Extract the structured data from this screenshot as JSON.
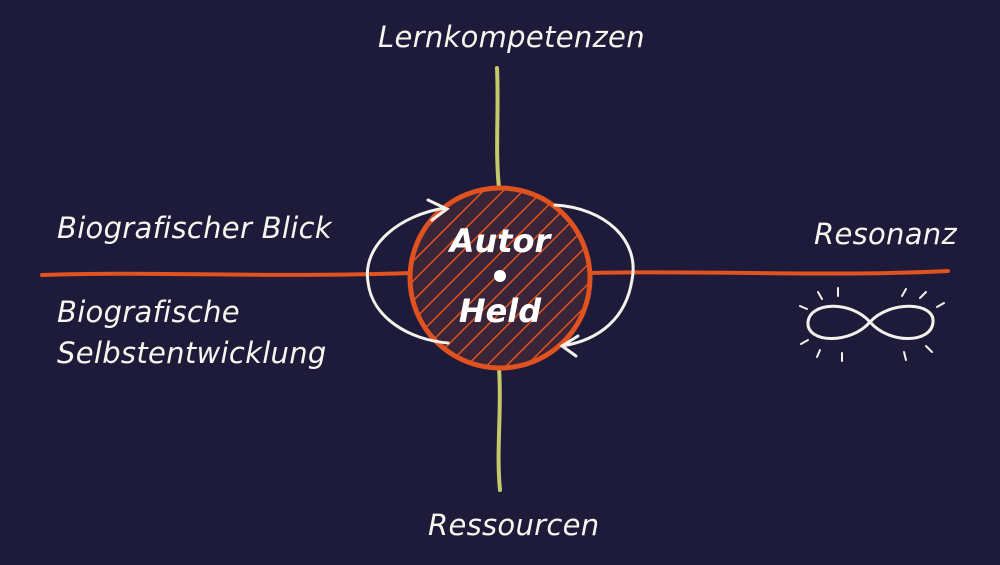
{
  "labels": {
    "top": "Lernkompetenzen",
    "bottom": "Ressourcen",
    "left_upper": "Biografischer Blick",
    "left_lower_line1": "Biografische",
    "left_lower_line2": "Selbstentwicklung",
    "right": "Resonanz"
  },
  "center": {
    "upper": "Autor",
    "lower": "Held"
  },
  "icons": {
    "right": "infinity-icon"
  },
  "colors": {
    "background": "#1e1a3a",
    "horizontal_axis": "#e0521f",
    "vertical_axis": "#c4ca6b",
    "circle": "#e0521f",
    "text": "#f7f5ee"
  }
}
